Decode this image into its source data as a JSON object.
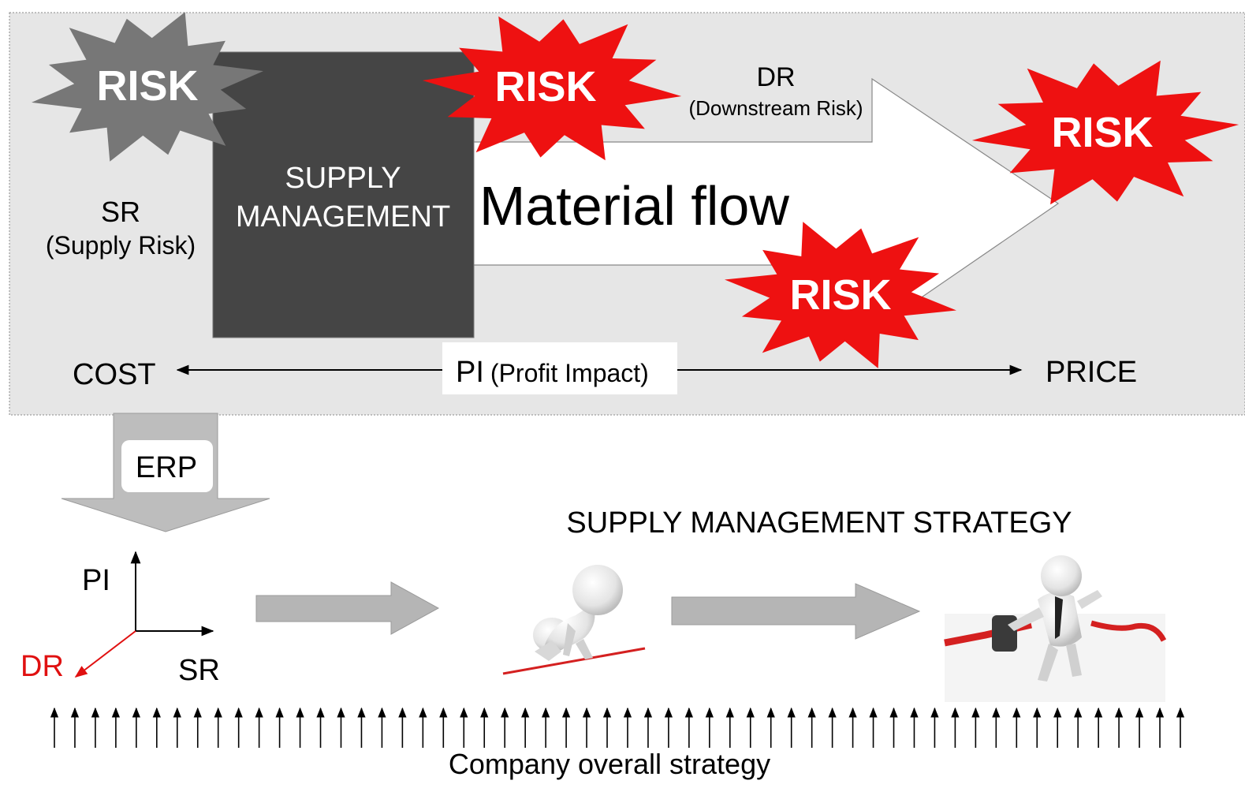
{
  "risk_label": "RISK",
  "supply_management": {
    "line1": "SUPPLY",
    "line2": "MANAGEMENT"
  },
  "material_flow": "Material flow",
  "downstream_risk": {
    "abbr": "DR",
    "full": "(Downstream Risk)"
  },
  "supply_risk": {
    "abbr": "SR",
    "full": "(Supply Risk)"
  },
  "profit_impact": {
    "abbr": "PI",
    "full": "(Profit Impact)"
  },
  "cost_label": "COST",
  "price_label": "PRICE",
  "erp_label": "ERP",
  "axes": {
    "y": "PI",
    "x": "SR",
    "z": "DR"
  },
  "strategy_title": "SUPPLY MANAGEMENT STRATEGY",
  "company_strategy": "Company overall strategy",
  "colors": {
    "risk_red": "#ee1111",
    "risk_gray": "#777777",
    "panel_bg": "#e6e6e6",
    "box_dark": "#454545",
    "arrow_gray": "#b5b5b5",
    "dr_red": "#e01010"
  }
}
